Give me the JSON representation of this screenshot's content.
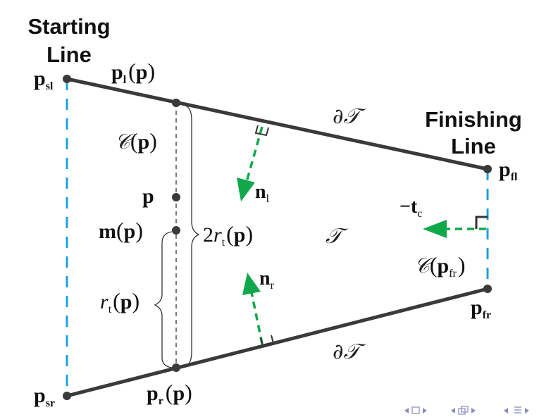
{
  "colors": {
    "track_edge": "#3a3a3a",
    "boundary_dash": "#1ea0dc",
    "arrow_green": "#10a84a",
    "nav_icons": "#8a8ac0"
  },
  "labels": {
    "starting_line_1": "Starting",
    "starting_line_2": "Line",
    "finishing_line_1": "Finishing",
    "finishing_line_2": "Line",
    "p_sl": "p",
    "p_sl_sub": "sl",
    "p_sr": "p",
    "p_sr_sub": "sr",
    "p_fl": "p",
    "p_fl_sub": "fl",
    "p_fr": "p",
    "p_fr_sub": "fr",
    "p_l_base": "p",
    "p_l_sub": "l",
    "p_l_arg": "p",
    "p_r_base": "p",
    "p_r_sub": "r",
    "p_r_arg": "p",
    "c_of_p_fn": "𝒞",
    "c_of_p_arg": "p",
    "p_point": "p",
    "m_of_p_fn": "m",
    "m_of_p_arg": "p",
    "two_rt_coef": "2",
    "two_rt_base": "r",
    "two_rt_sub": "t",
    "two_rt_arg": "p",
    "rt_base": "r",
    "rt_sub": "t",
    "rt_arg": "p",
    "n_l": "n",
    "n_l_sub": "l",
    "n_r": "n",
    "n_r_sub": "r",
    "minus_tc": "−t",
    "minus_tc_sub": "c",
    "track_T": "𝒯",
    "boundary_top": "∂𝒯",
    "boundary_bottom": "∂𝒯",
    "c_pfr_fn": "𝒞",
    "c_pfr_arg": "p",
    "c_pfr_sub": "fr"
  }
}
